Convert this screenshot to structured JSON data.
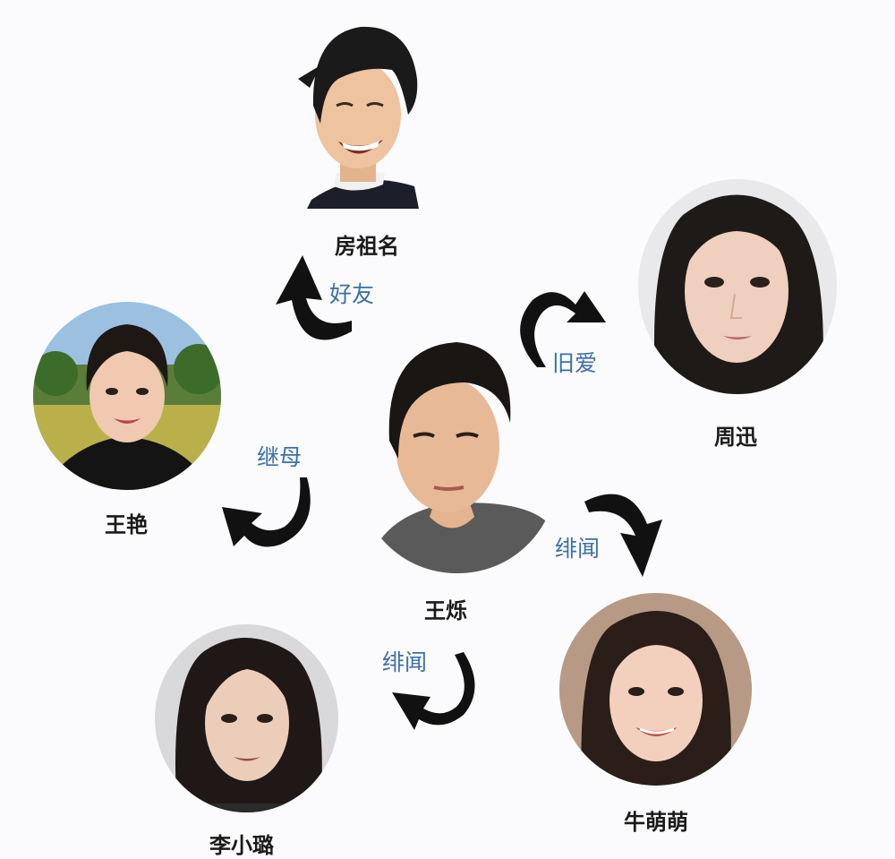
{
  "people": {
    "center": {
      "name": "王烁"
    },
    "top": {
      "name": "房祖名"
    },
    "right": {
      "name": "周迅"
    },
    "left": {
      "name": "王艳"
    },
    "bottom_right": {
      "name": "牛萌萌"
    },
    "bottom_left": {
      "name": "李小璐"
    }
  },
  "relations": {
    "top": "好友",
    "right": "旧爱",
    "left": "继母",
    "bottom_right": "绯闻",
    "bottom_left": "绯闻"
  },
  "colors": {
    "relation_text": "#3d6fa6",
    "arrow": "#111111",
    "name_text": "#1a1a1a",
    "background": "#fbfbfd"
  }
}
